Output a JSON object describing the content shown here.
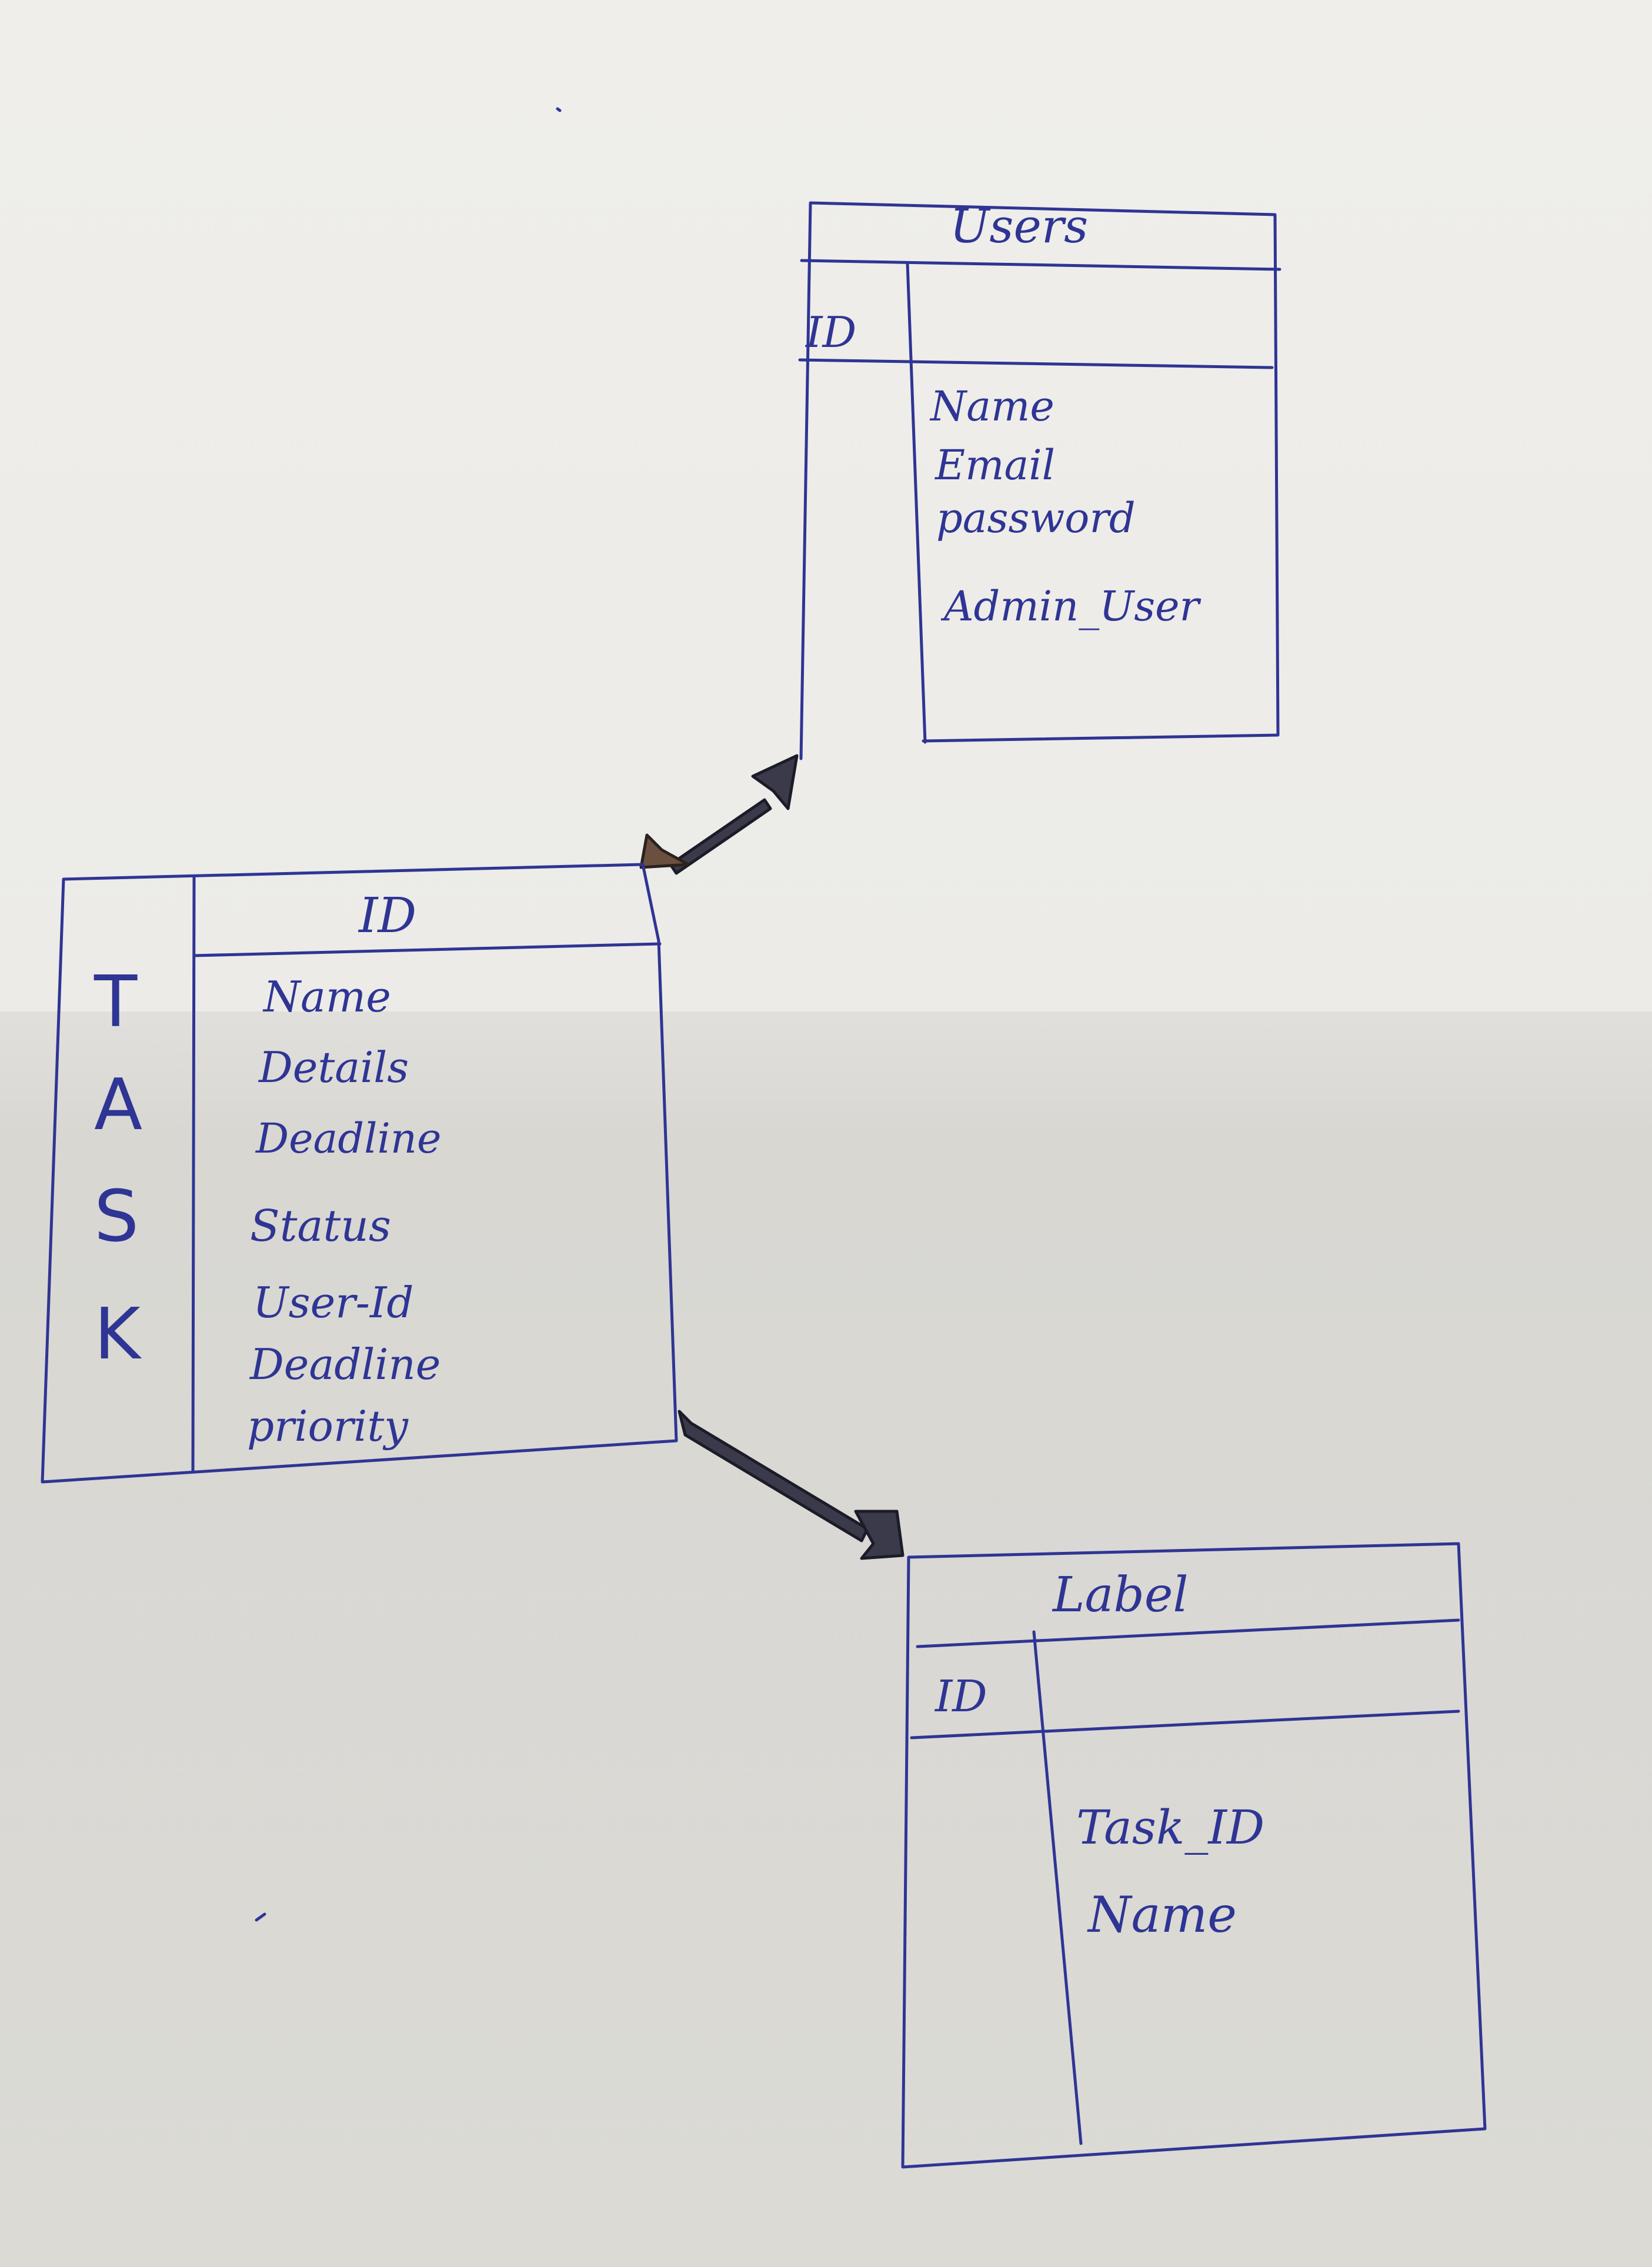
{
  "users_table": {
    "title": "Users",
    "pk": "ID",
    "fields": [
      "Name",
      "Email",
      "password",
      "Admin_User"
    ]
  },
  "task_table": {
    "side_label": [
      "T",
      "A",
      "S",
      "K"
    ],
    "pk": "ID",
    "fields": [
      "Name",
      "Details",
      "Deadline",
      "Status",
      "User-Id",
      "Deadline",
      "priority"
    ]
  },
  "label_table": {
    "title": "Label",
    "pk": "ID",
    "fields": [
      "Task_ID",
      "Name"
    ]
  },
  "colors": {
    "ink": "#2f3594",
    "arrow": "#3b3a4a",
    "paper": "#ecebe6"
  }
}
